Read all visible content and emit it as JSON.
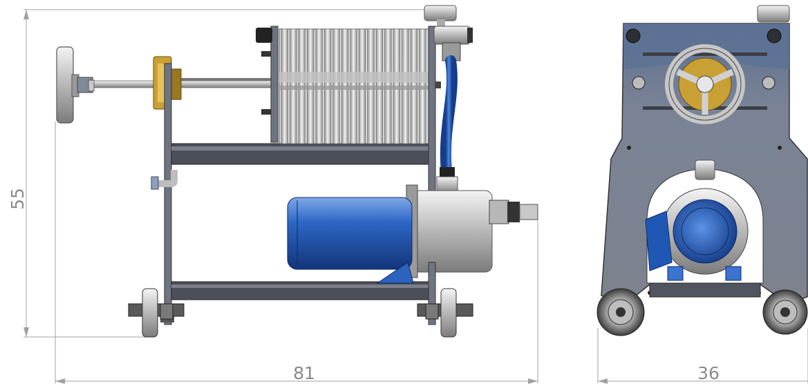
{
  "dimensions": {
    "height_label": "55",
    "width_side_label": "81",
    "width_front_label": "36"
  },
  "colors": {
    "frame": "#8a8e99",
    "frame_dark": "#4a4d55",
    "motor_blue": "#1f58b4",
    "steel": "#c8c8c8",
    "brass": "#c8a030",
    "front_panel": "#6b7688",
    "dim_line": "#9a9a9a"
  }
}
